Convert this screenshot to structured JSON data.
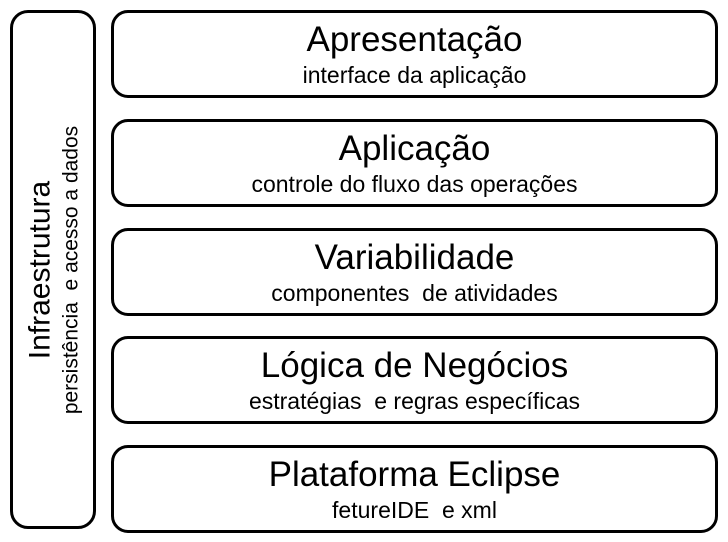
{
  "diagram": {
    "sidebar": {
      "title": "Infraestrutura",
      "subtitle": "persistência  e acesso a dados"
    },
    "layers": [
      {
        "title": "Apresentação",
        "subtitle": "interface da aplicação"
      },
      {
        "title": "Aplicação",
        "subtitle": "controle do fluxo das operações"
      },
      {
        "title": "Variabilidade",
        "subtitle": "componentes  de atividades"
      },
      {
        "title": "Lógica de Negócios",
        "subtitle": "estratégias  e regras específicas"
      },
      {
        "title": "Plataforma Eclipse",
        "subtitle": "fetureIDE  e xml"
      }
    ],
    "colors": {
      "border": "#000000",
      "text": "#000000",
      "background": "#ffffff"
    }
  }
}
